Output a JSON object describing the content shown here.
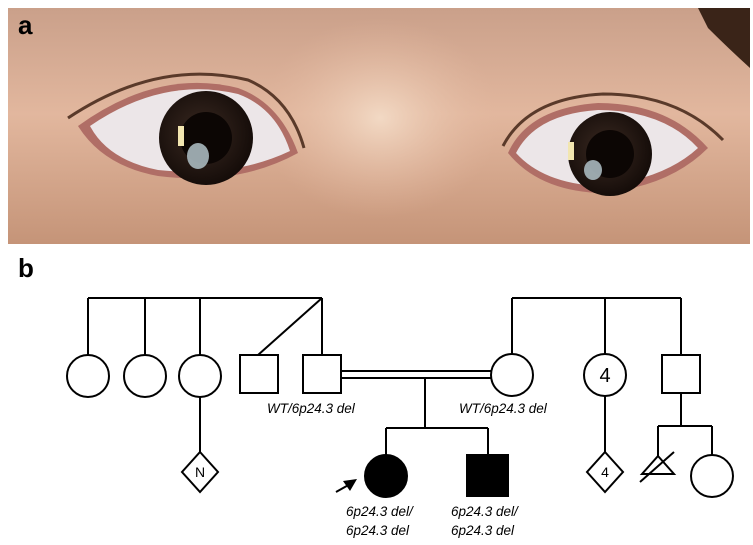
{
  "panels": {
    "a": "a",
    "b": "b"
  },
  "pedigree": {
    "n_label": "N",
    "sibship_count": "4",
    "offspring_count": "4",
    "genotype_father": "WT/6p24.3 del",
    "genotype_mother": "WT/6p24.3 del",
    "genotype_proband_1": "6p24.3 del/",
    "genotype_proband_2": "6p24.3 del",
    "genotype_brother_1": "6p24.3 del/",
    "genotype_brother_2": "6p24.3 del"
  },
  "colors": {
    "skin": "#d9a88c",
    "iris": "#2a1a12",
    "sclera": "#eae4e6"
  }
}
